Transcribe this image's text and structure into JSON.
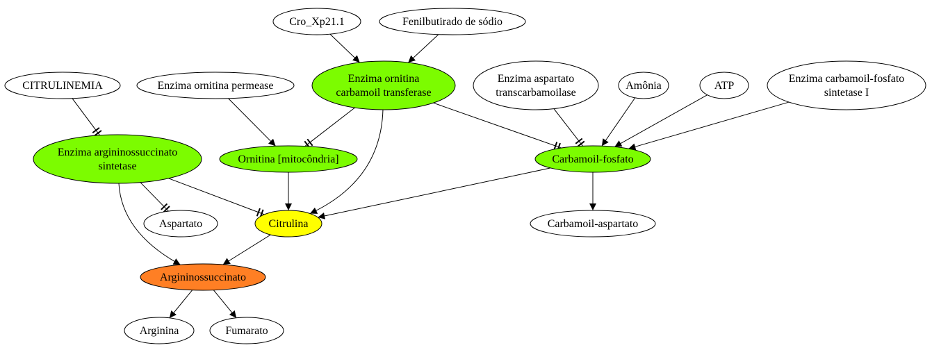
{
  "colors": {
    "default": "#ffffff",
    "green": "#7cfc00",
    "yellow": "#ffff00",
    "orange": "#ff7f24",
    "stroke": "#000000"
  },
  "nodes": [
    {
      "id": "cro",
      "lines": [
        "Cro_Xp21.1"
      ],
      "fill": "default"
    },
    {
      "id": "fenil",
      "lines": [
        "Fenilbutirado de sódio"
      ],
      "fill": "default"
    },
    {
      "id": "citrulinemia",
      "lines": [
        "CITRULINEMIA"
      ],
      "fill": "default"
    },
    {
      "id": "orn_permease",
      "lines": [
        "Enzima ornitina permease"
      ],
      "fill": "default"
    },
    {
      "id": "otc",
      "lines": [
        "Enzima ornitina",
        "carbamoil transferase"
      ],
      "fill": "green"
    },
    {
      "id": "atc",
      "lines": [
        "Enzima aspartato",
        "transcarbamoilase"
      ],
      "fill": "default"
    },
    {
      "id": "amonia",
      "lines": [
        "Amônia"
      ],
      "fill": "default"
    },
    {
      "id": "atp",
      "lines": [
        "ATP"
      ],
      "fill": "default"
    },
    {
      "id": "cps1",
      "lines": [
        "Enzima carbamoil-fosfato",
        "sintetase I"
      ],
      "fill": "default"
    },
    {
      "id": "ass",
      "lines": [
        "Enzima argininossuccinato",
        "sintetase"
      ],
      "fill": "green"
    },
    {
      "id": "ornitina_mito",
      "lines": [
        "Ornitina [mitocôndria]"
      ],
      "fill": "green"
    },
    {
      "id": "carbamoil_fosfato",
      "lines": [
        "Carbamoil-fosfato"
      ],
      "fill": "green"
    },
    {
      "id": "aspartato",
      "lines": [
        "Aspartato"
      ],
      "fill": "default"
    },
    {
      "id": "citrulina",
      "lines": [
        "Citrulina"
      ],
      "fill": "yellow"
    },
    {
      "id": "carbamoil_aspartato",
      "lines": [
        "Carbamoil-aspartato"
      ],
      "fill": "default"
    },
    {
      "id": "argininossuccinato",
      "lines": [
        "Argininossuccinato"
      ],
      "fill": "orange"
    },
    {
      "id": "arginina",
      "lines": [
        "Arginina"
      ],
      "fill": "default"
    },
    {
      "id": "fumarato",
      "lines": [
        "Fumarato"
      ],
      "fill": "default"
    }
  ],
  "edges": [
    {
      "from": "cro",
      "to": "otc",
      "head": "arrow"
    },
    {
      "from": "fenil",
      "to": "otc",
      "head": "arrow"
    },
    {
      "from": "citrulinemia",
      "to": "ass",
      "head": "tee"
    },
    {
      "from": "orn_permease",
      "to": "ornitina_mito",
      "head": "arrow"
    },
    {
      "from": "otc",
      "to": "ornitina_mito",
      "head": "tee"
    },
    {
      "from": "otc",
      "to": "citrulina",
      "head": "arrow"
    },
    {
      "from": "otc",
      "to": "carbamoil_fosfato",
      "head": "tee"
    },
    {
      "from": "atc",
      "to": "carbamoil_fosfato",
      "head": "tee"
    },
    {
      "from": "amonia",
      "to": "carbamoil_fosfato",
      "head": "arrow"
    },
    {
      "from": "atp",
      "to": "carbamoil_fosfato",
      "head": "arrow"
    },
    {
      "from": "cps1",
      "to": "carbamoil_fosfato",
      "head": "arrow"
    },
    {
      "from": "ass",
      "to": "aspartato",
      "head": "tee"
    },
    {
      "from": "ass",
      "to": "citrulina",
      "head": "tee"
    },
    {
      "from": "ass",
      "to": "argininossuccinato",
      "head": "arrow"
    },
    {
      "from": "ornitina_mito",
      "to": "citrulina",
      "head": "arrow"
    },
    {
      "from": "carbamoil_fosfato",
      "to": "citrulina",
      "head": "arrow"
    },
    {
      "from": "carbamoil_fosfato",
      "to": "carbamoil_aspartato",
      "head": "arrow"
    },
    {
      "from": "citrulina",
      "to": "argininossuccinato",
      "head": "arrow"
    },
    {
      "from": "argininossuccinato",
      "to": "arginina",
      "head": "arrow"
    },
    {
      "from": "argininossuccinato",
      "to": "fumarato",
      "head": "arrow"
    }
  ]
}
